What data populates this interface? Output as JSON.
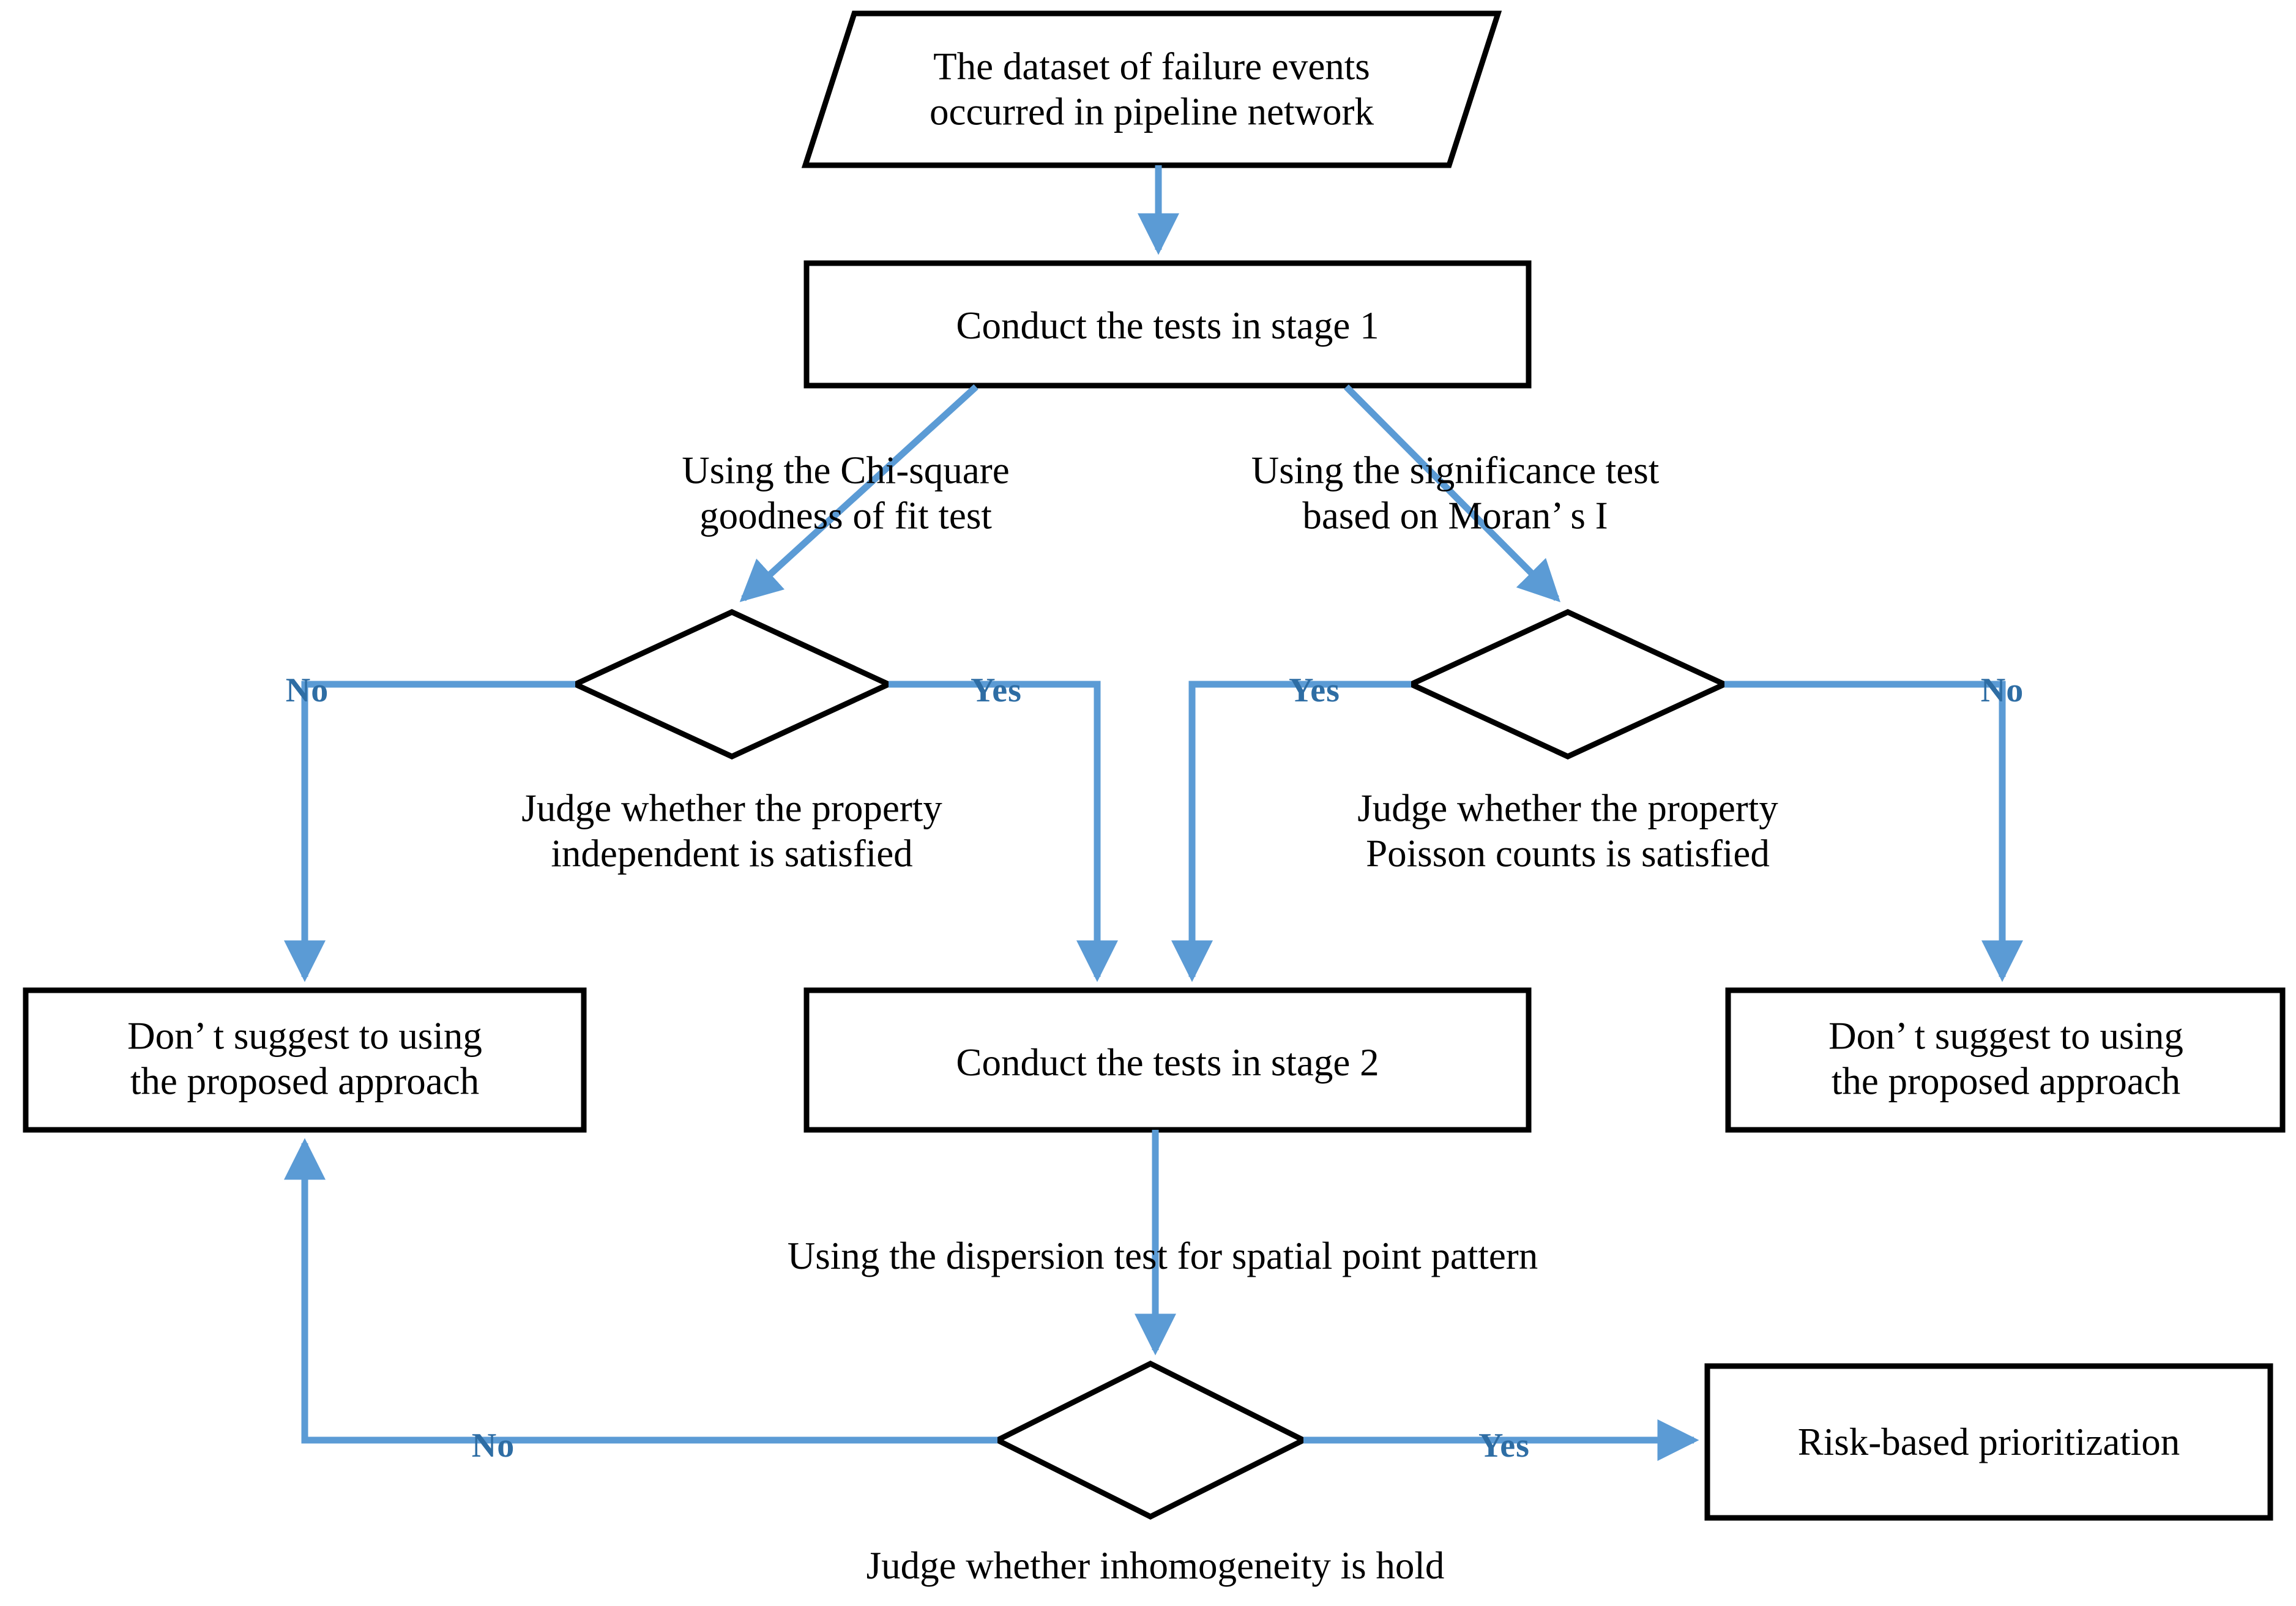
{
  "diagram": {
    "title": "Two-stage statistical testing workflow for pipeline failure data",
    "colors": {
      "connector": "#5B9BD5",
      "label_blue": "#2E6DA4",
      "node_stroke": "#000000",
      "node_fill": "#ffffff",
      "background": "#ffffff"
    },
    "nodes": {
      "dataset": "The dataset of failure events\noccurred in pipeline network",
      "stage1": "Conduct the tests in stage 1",
      "stage2": "Conduct the tests in stage 2",
      "reject_left": "Don’ t suggest to using\nthe proposed approach",
      "reject_right": "Don’ t suggest to using\nthe proposed approach",
      "risk_priority": "Risk-based prioritization"
    },
    "decisions": {
      "independent": "Judge whether the property\nindependent is satisfied",
      "poisson": "Judge whether the property\nPoisson counts is satisfied",
      "inhomogeneity": "Judge whether inhomogeneity is hold"
    },
    "edge_notes": {
      "chi_square": "Using the Chi-square\ngoodness of fit test",
      "morans_i": "Using the significance test\nbased on Moran’ s I",
      "dispersion": "Using the dispersion test for spatial point pattern"
    },
    "branch_labels": {
      "independent_no": "No",
      "independent_yes": "Yes",
      "poisson_yes": "Yes",
      "poisson_no": "No",
      "inhomogeneity_no": "No",
      "inhomogeneity_yes": "Yes"
    }
  }
}
